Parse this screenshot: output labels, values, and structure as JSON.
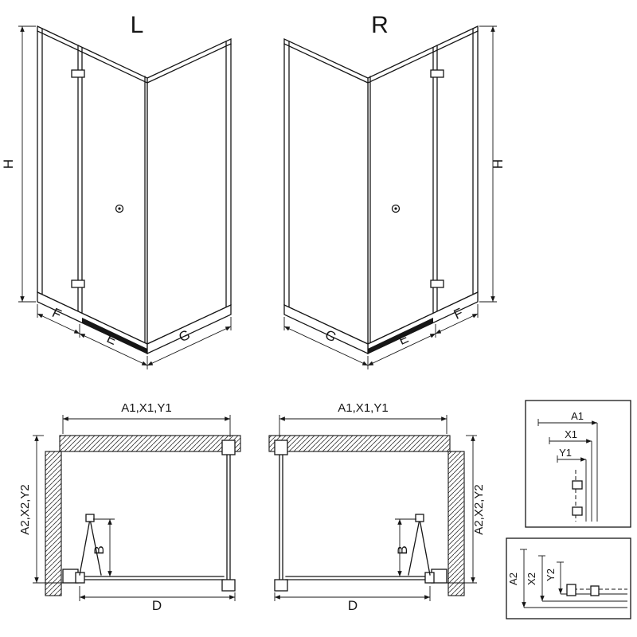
{
  "colors": {
    "line": "#161616",
    "background": "#ffffff"
  },
  "views": {
    "perspective_left": {
      "variant_label": "L",
      "dim_height": "H",
      "dim_fixed": "F",
      "dim_entry": "E",
      "dim_wall": "G"
    },
    "perspective_right": {
      "variant_label": "R",
      "dim_height": "H",
      "dim_fixed": "F",
      "dim_entry": "E",
      "dim_wall": "G"
    },
    "plan_left": {
      "dim_width_top": "A1,X1,Y1",
      "dim_depth_side": "A2,X2,Y2",
      "dim_door": "B",
      "dim_bottom": "D"
    },
    "plan_right": {
      "dim_width_top": "A1,X1,Y1",
      "dim_depth_side": "A2,X2,Y2",
      "dim_door": "B",
      "dim_bottom": "D"
    },
    "detail_top": {
      "dim_a": "A1",
      "dim_x": "X1",
      "dim_y": "Y1"
    },
    "detail_bottom": {
      "dim_a": "A2",
      "dim_x": "X2",
      "dim_y": "Y2"
    }
  }
}
